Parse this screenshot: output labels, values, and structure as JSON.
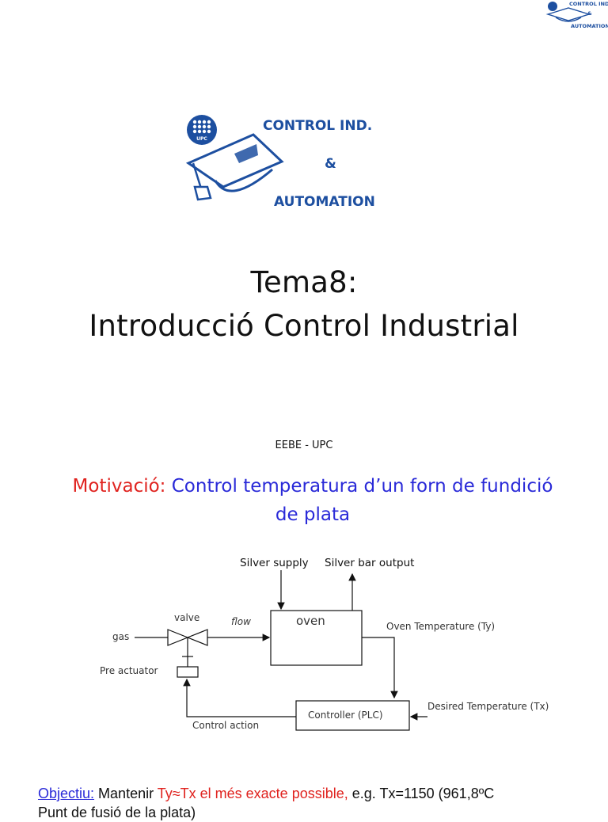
{
  "logo": {
    "line1": "CONTROL IND.",
    "line2": "&",
    "line3": "AUTOMATION",
    "emblem": "UPC",
    "icon": "graduation-cap-icon",
    "text_color": "#1d4fa0",
    "cap_color": "#1d4fa0"
  },
  "title": {
    "line1": "Tema8:",
    "line2": "Introducció Control Industrial"
  },
  "subtitle": "EEBE - UPC",
  "motivation": {
    "label": "Motivació:",
    "text_line1": " Control temperatura d’un forn de fundició",
    "text_line2": "de plata",
    "label_color": "#e0231f",
    "text_color": "#2a2ad8"
  },
  "diagram": {
    "silver_supply": "Silver supply",
    "silver_bar_output": "Silver bar output",
    "valve": "valve",
    "flow": "flow",
    "gas": "gas",
    "oven": "oven",
    "oven_temperature": "Oven Temperature (Ty)",
    "pre_actuator": "Pre actuator",
    "controller": "Controller (PLC)",
    "desired_temperature": "Desired Temperature (Tx)",
    "control_action": "Control action"
  },
  "objective": {
    "label": "Objectiu:",
    "text1": " Mantenir ",
    "condition": "Ty≈Tx el més exacte possible,",
    "text2": " e.g. Tx=1150 (961,8ºC",
    "cut_line": "Punt de fusió de la plata)"
  }
}
